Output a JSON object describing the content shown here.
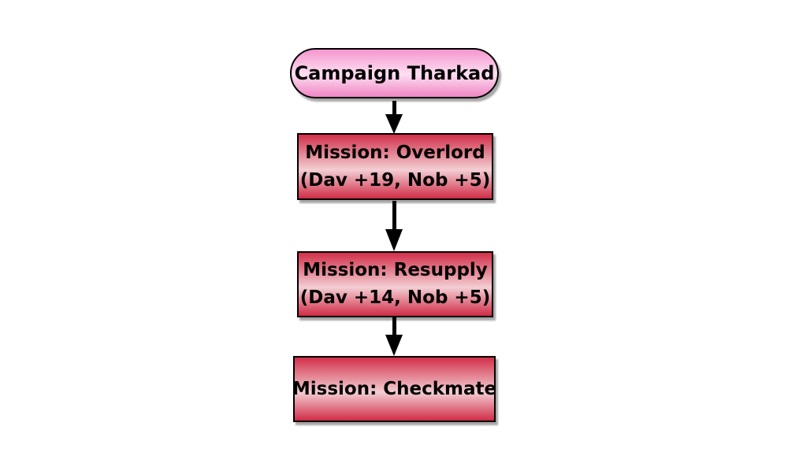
{
  "diagram": {
    "type": "flowchart",
    "colors": {
      "canvas-background": "#ffffff",
      "process-top": "#d22f49",
      "process-mid": "#f3ced3",
      "process-bottom": "#d02c46",
      "terminator-top": "#f596ce",
      "terminator-mid": "#fddff1",
      "terminator-bottom": "#ef85c5",
      "border": "#000000",
      "arrow": "#000000",
      "text": "#000000"
    },
    "nodes": [
      {
        "id": "campaign-tharkad",
        "shape": "terminator",
        "lines": [
          "Campaign Tharkad"
        ]
      },
      {
        "id": "mission-overlord",
        "shape": "process",
        "lines": [
          "Mission: Overlord",
          "(Dav +19, Nob +5)"
        ]
      },
      {
        "id": "mission-resupply",
        "shape": "process",
        "lines": [
          "Mission: Resupply",
          "(Dav +14, Nob +5)"
        ]
      },
      {
        "id": "mission-checkmate",
        "shape": "process",
        "lines": [
          "Mission: Checkmate"
        ]
      }
    ],
    "edges": [
      {
        "from": "campaign-tharkad",
        "to": "mission-overlord"
      },
      {
        "from": "mission-overlord",
        "to": "mission-resupply"
      },
      {
        "from": "mission-resupply",
        "to": "mission-checkmate"
      }
    ]
  }
}
